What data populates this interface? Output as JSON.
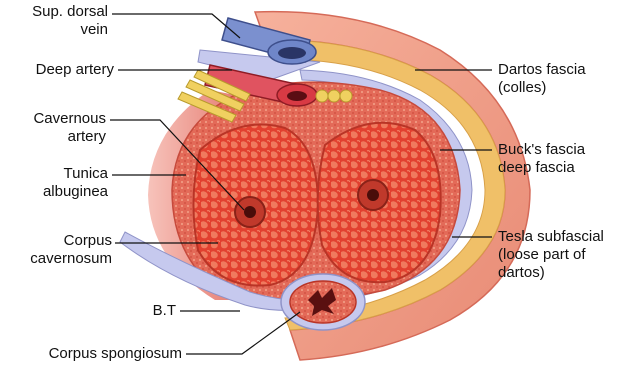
{
  "labels": {
    "sup_dorsal_vein": "Sup. dorsal\nvein",
    "deep_artery": "Deep artery",
    "cavernous_artery": "Cavernous\nartery",
    "tunica_albuginea": "Tunica\nalbuginea",
    "corpus_cavernosum": "Corpus\ncavernosum",
    "bt": "B.T",
    "corpus_spongiosum": "Corpus spongiosum",
    "dartos_fascia": "Dartos fascia\n(colles)",
    "bucks_fascia": "Buck's fascia\ndeep fascia",
    "tesla_subfascial": "Tesla subfascial\n(loose part of\ndartos)"
  },
  "colors": {
    "skin": "#f2a48e",
    "dartos": "#f0c068",
    "bucks": "#c6c9ee",
    "tunica": "#e46c5c",
    "tissue": "#e8473a",
    "vein": "#6f86c9",
    "artery": "#d83a44",
    "nerve": "#f0d060"
  }
}
